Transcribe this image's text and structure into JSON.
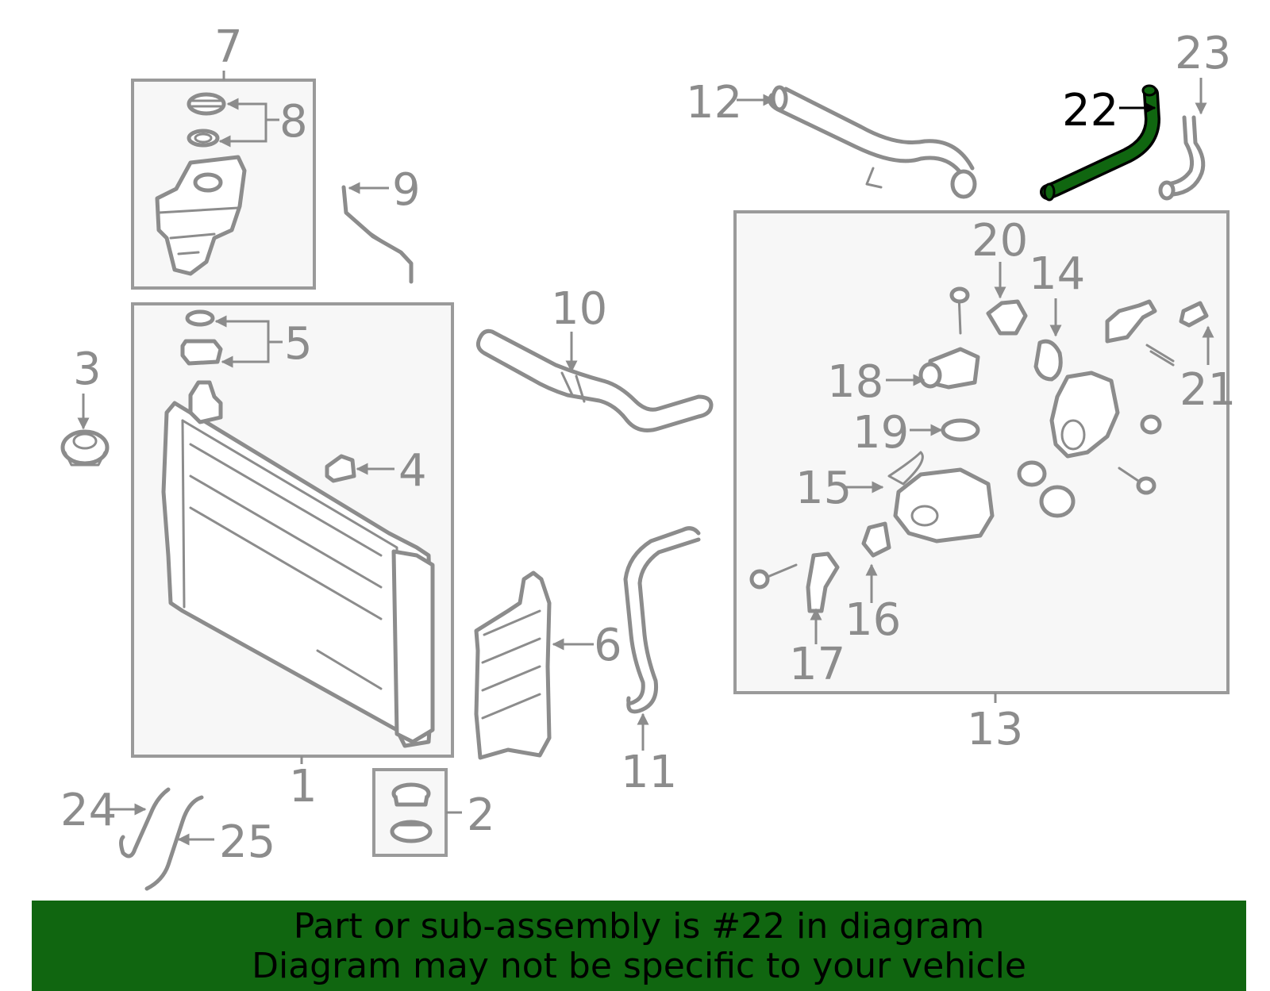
{
  "diagram": {
    "highlight_color": "#106610",
    "highlighted_part": "22",
    "callouts": [
      "1",
      "2",
      "3",
      "4",
      "5",
      "6",
      "7",
      "8",
      "9",
      "10",
      "11",
      "12",
      "13",
      "14",
      "15",
      "16",
      "17",
      "18",
      "19",
      "20",
      "21",
      "22",
      "23",
      "24",
      "25"
    ]
  },
  "banner": {
    "line1": "Part or sub-assembly is #22 in diagram",
    "line2": "Diagram may not be specific to your vehicle"
  }
}
